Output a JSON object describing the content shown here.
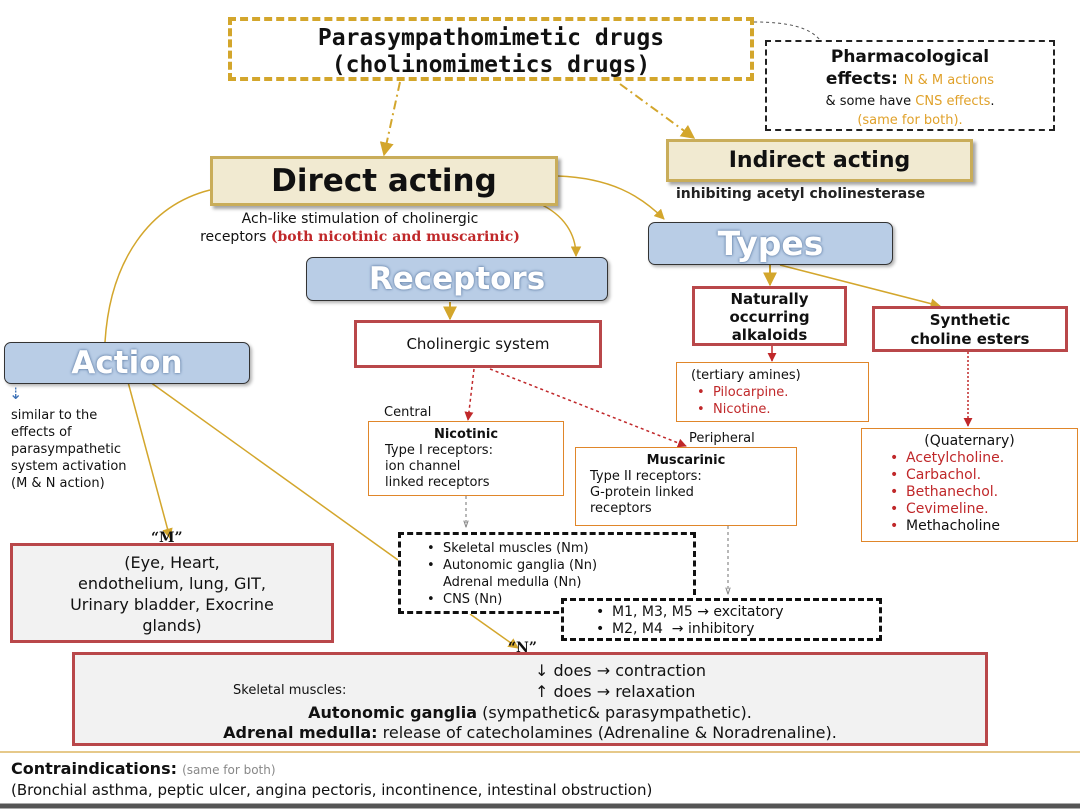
{
  "title": {
    "line1": "Parasympathomimetic drugs",
    "line2": "(cholinomimetics drugs)"
  },
  "pharmacological": {
    "heading": "Pharmacological",
    "effects_label": "effects: ",
    "effects_value": "N & M actions",
    "line3_prefix": "& some have ",
    "line3_value": "CNS effects",
    "line3_suffix": ".",
    "line4": "(same for both)."
  },
  "direct": {
    "title": "Direct acting",
    "desc_line1": "Ach-like stimulation of cholinergic",
    "desc_line2_prefix": "receptors ",
    "desc_line2_red": "(both nicotinic and muscarinic)"
  },
  "indirect": {
    "title": "Indirect acting",
    "desc": "inhibiting acetyl cholinesterase"
  },
  "types": {
    "title": "Types",
    "natural": {
      "line1": "Naturally",
      "line2": "occurring",
      "line3": "alkaloids"
    },
    "synthetic": {
      "line1": "Synthetic",
      "line2": "choline esters"
    },
    "tertiary": {
      "heading": "(tertiary amines)",
      "items": [
        "Pilocarpine.",
        "Nicotine."
      ]
    },
    "quaternary": {
      "heading": "(Quaternary)",
      "items": [
        "Acetylcholine.",
        "Carbachol.",
        "Bethanechol.",
        "Cevimeline."
      ],
      "last_item": "Methacholine"
    }
  },
  "receptors": {
    "title": "Receptors",
    "cholinergic": "Cholinergic system",
    "central_label": "Central",
    "peripheral_label": "Peripheral",
    "nicotinic": {
      "title": "Nicotinic",
      "line1": "Type I receptors:",
      "line2": "ion channel",
      "line3": "linked receptors"
    },
    "muscarinic": {
      "title": "Muscarinic",
      "line1": "Type II receptors:",
      "line2": "G-protein linked",
      "line3": "receptors"
    },
    "n_list": {
      "item1": "Skeletal muscles (Nm)",
      "item2": "Autonomic ganglia (Nn)",
      "item3": "Adrenal medulla (Nn)",
      "item4": "CNS (Nn)"
    },
    "m_list": {
      "item1": "M1, M3, M5 → excitatory",
      "item2": "M2, M4  → inhibitory"
    }
  },
  "action": {
    "title": "Action",
    "arrow_glyph": "⇣",
    "desc": [
      "similar to the",
      "effects of",
      "parasympathetic",
      "system activation",
      "(M & N action)"
    ],
    "m_label": "“M”",
    "m_box": [
      "(Eye, Heart,",
      "endothelium, lung, GIT,",
      "Urinary bladder, Exocrine",
      "glands)"
    ],
    "n_label": "“N”",
    "n_box": {
      "skeletal_label": "Skeletal muscles:",
      "down": "↓ does → contraction",
      "up": "↑ does → relaxation",
      "ganglia_bold": "Autonomic ganglia",
      "ganglia_rest": " (sympathetic& parasympathetic).",
      "adrenal_bold": "Adrenal medulla:",
      "adrenal_rest": "  release of catecholamines (Adrenaline & Noradrenaline)."
    }
  },
  "contraindications": {
    "label": "Contraindications:",
    "note": "(same for both)",
    "text": "(Bronchial asthma, peptic ulcer, angina pectoris, incontinence, intestinal obstruction)"
  },
  "colors": {
    "gold": "#d3a62c",
    "red": "#c0282a",
    "orange": "#e0a12a",
    "box_red": "#b9474a",
    "blue": "#b9cde6"
  }
}
